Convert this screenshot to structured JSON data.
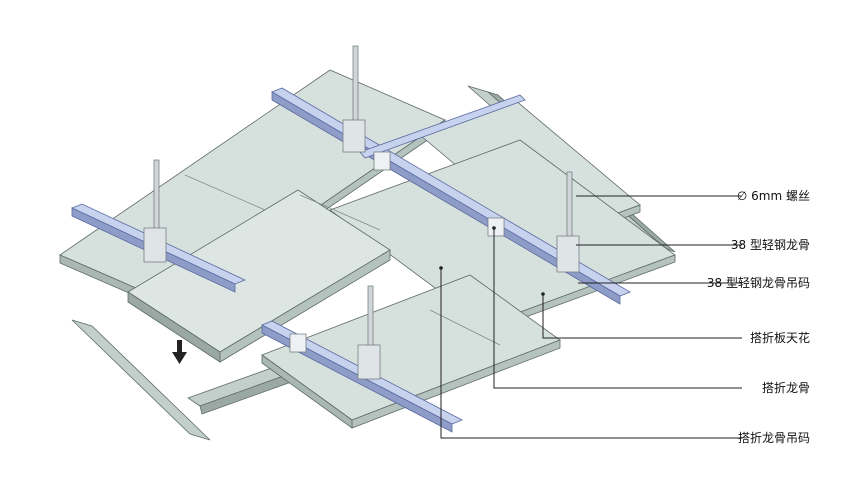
{
  "diagram": {
    "callouts": [
      {
        "id": "screw",
        "label": "∅ 6mm 螺丝"
      },
      {
        "id": "main_runner",
        "label": "38 型轻钢龙骨"
      },
      {
        "id": "main_runner_hanger",
        "label": "38 型轻钢龙骨吊码"
      },
      {
        "id": "panel",
        "label": "搭折板天花"
      },
      {
        "id": "carrier",
        "label": "搭折龙骨"
      },
      {
        "id": "carrier_hanger",
        "label": "搭折龙骨吊码"
      }
    ],
    "arrow_glyph": "down-arrow"
  },
  "colors": {
    "panel_face": "#d6e0dc",
    "panel_edge": "#b5c3be",
    "panel_shadow": "#9aa9a4",
    "runner_face": "#c6d2ee",
    "runner_dark": "#8e9dc8",
    "metal": "#cfd4d8",
    "outline": "#5f6b69"
  }
}
